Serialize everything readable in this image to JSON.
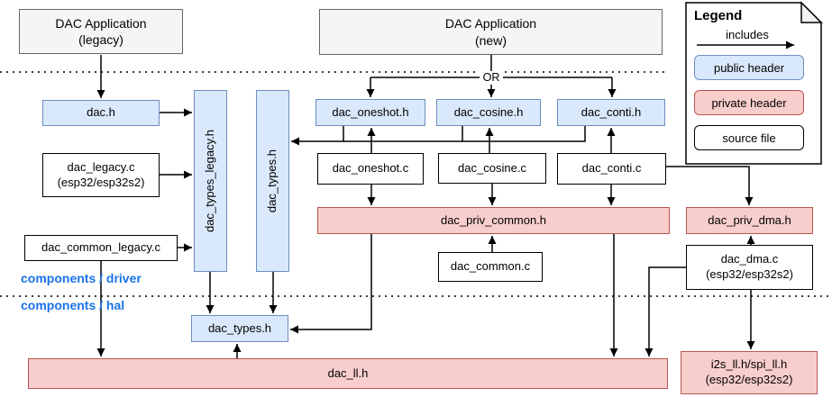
{
  "apps": {
    "legacy": "DAC Application\n(legacy)",
    "new": "DAC Application\n(new)"
  },
  "or_label": "OR",
  "layers": {
    "driver": "components / driver",
    "hal": "components / hal"
  },
  "nodes": {
    "dac_h": "dac.h",
    "dac_legacy_c": "dac_legacy.c\n(esp32/esp32s2)",
    "dac_common_legacy_c": "dac_common_legacy.c",
    "dac_types_legacy_h": "dac_types_legacy.h",
    "dac_types_h_driver": "dac_types.h",
    "dac_oneshot_h": "dac_oneshot.h",
    "dac_cosine_h": "dac_cosine.h",
    "dac_conti_h": "dac_conti.h",
    "dac_oneshot_c": "dac_oneshot.c",
    "dac_cosine_c": "dac_cosine.c",
    "dac_conti_c": "dac_conti.c",
    "dac_priv_common_h": "dac_priv_common.h",
    "dac_common_c": "dac_common.c",
    "dac_priv_dma_h": "dac_priv_dma.h",
    "dac_dma_c": "dac_dma.c\n(esp32/esp32s2)",
    "dac_types_h_hal": "dac_types.h",
    "dac_ll_h": "dac_ll.h",
    "i2s_spi_ll_h": "i2s_ll.h/spi_ll.h\n(esp32/esp32s2)"
  },
  "legend": {
    "title": "Legend",
    "includes_label": "includes",
    "public_header": "public header",
    "private_header": "private header",
    "source_file": "source file"
  },
  "colors": {
    "public_header_fill": "#dae8fc",
    "public_header_stroke": "#6c8ebf",
    "private_header_fill": "#f8cecc",
    "private_header_stroke": "#b85450",
    "app_fill": "#f5f5f5",
    "app_stroke": "#666666",
    "source_file_stroke": "#000000",
    "layer_label_text": "#1a73e8",
    "connector": "#000000"
  }
}
